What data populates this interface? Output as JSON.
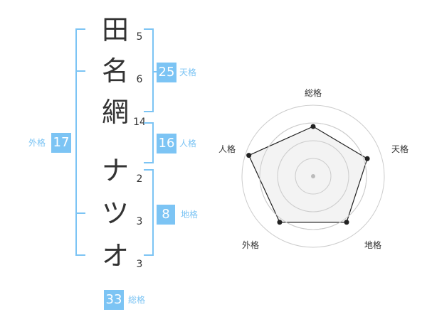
{
  "name": {
    "chars": [
      {
        "char": "田",
        "strokes": "5"
      },
      {
        "char": "名",
        "strokes": "6"
      },
      {
        "char": "網",
        "strokes": "14"
      },
      {
        "char": "ナ",
        "strokes": "2"
      },
      {
        "char": "ツ",
        "strokes": "3"
      },
      {
        "char": "オ",
        "strokes": "3"
      }
    ]
  },
  "fortune": {
    "tenkaku": {
      "value": "25",
      "label": "天格"
    },
    "jinkaku": {
      "value": "16",
      "label": "人格"
    },
    "chikaku": {
      "value": "8",
      "label": "地格"
    },
    "gaikaku": {
      "value": "17",
      "label": "外格"
    },
    "soukaku": {
      "value": "33",
      "label": "総格"
    }
  },
  "chart_data": {
    "type": "radar",
    "axes": [
      "総格",
      "天格",
      "地格",
      "外格",
      "人格"
    ],
    "values": [
      0.7,
      0.8,
      0.8,
      0.8,
      0.95
    ],
    "max": 1,
    "rings": 4
  },
  "colors": {
    "accent": "#7cc4f4",
    "line": "#222222",
    "fill": "#f0f0f0",
    "grid": "#cccccc"
  }
}
